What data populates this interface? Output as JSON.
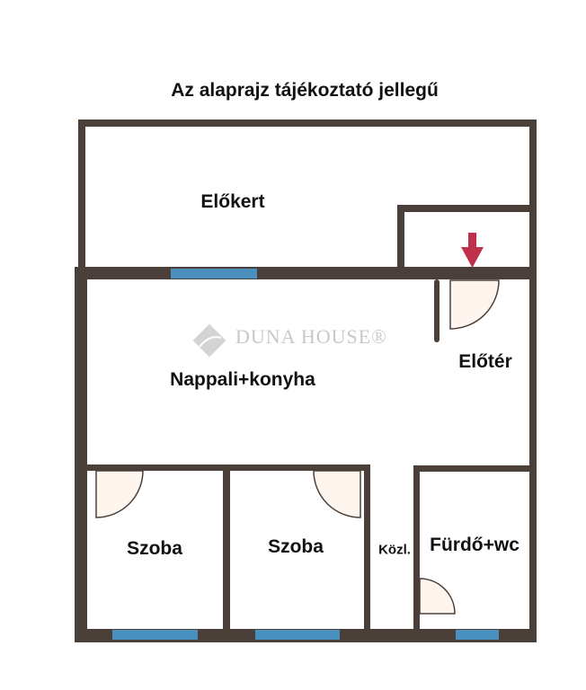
{
  "title": "Az alaprajz tájékoztató jellegű",
  "rooms": {
    "elokert": "Előkert",
    "nappali": "Nappali+konyha",
    "eloter": "Előtér",
    "szoba1": "Szoba",
    "szoba2": "Szoba",
    "kozl": "Közl.",
    "furdo": "Fürdő+wc"
  },
  "watermark": "DUNA HOUSE®",
  "colors": {
    "wall": "#4b3f39",
    "window": "#4a90bf",
    "door_fill": "#fdf5ee",
    "arrow": "#c0304a"
  }
}
